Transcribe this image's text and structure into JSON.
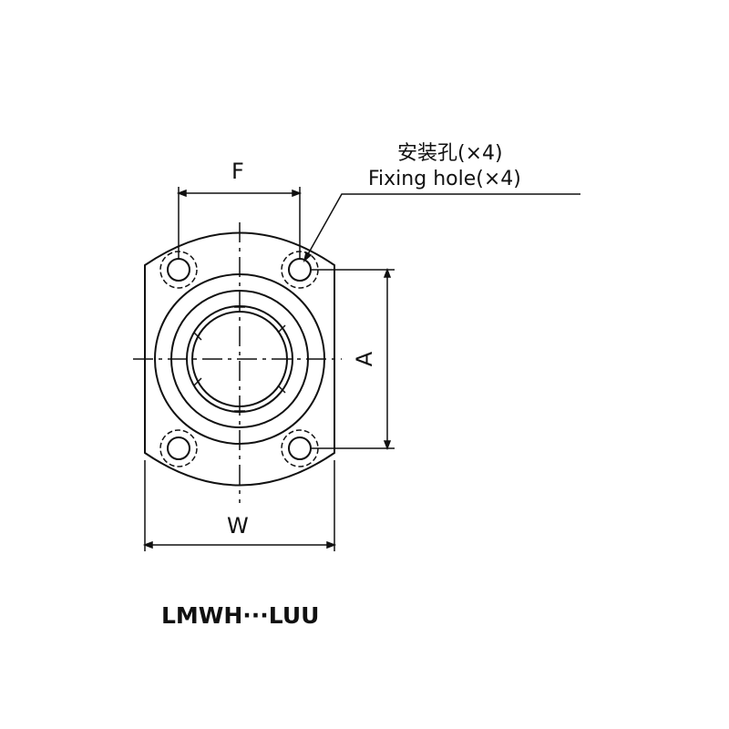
{
  "labels": {
    "hole_cn": "安装孔(×4)",
    "hole_en": "Fixing hole(×4)",
    "dim_f": "F",
    "dim_a": "A",
    "dim_w": "W",
    "model": "LMWH···LUU"
  },
  "colors": {
    "line": "#111111",
    "background": "#ffffff"
  }
}
